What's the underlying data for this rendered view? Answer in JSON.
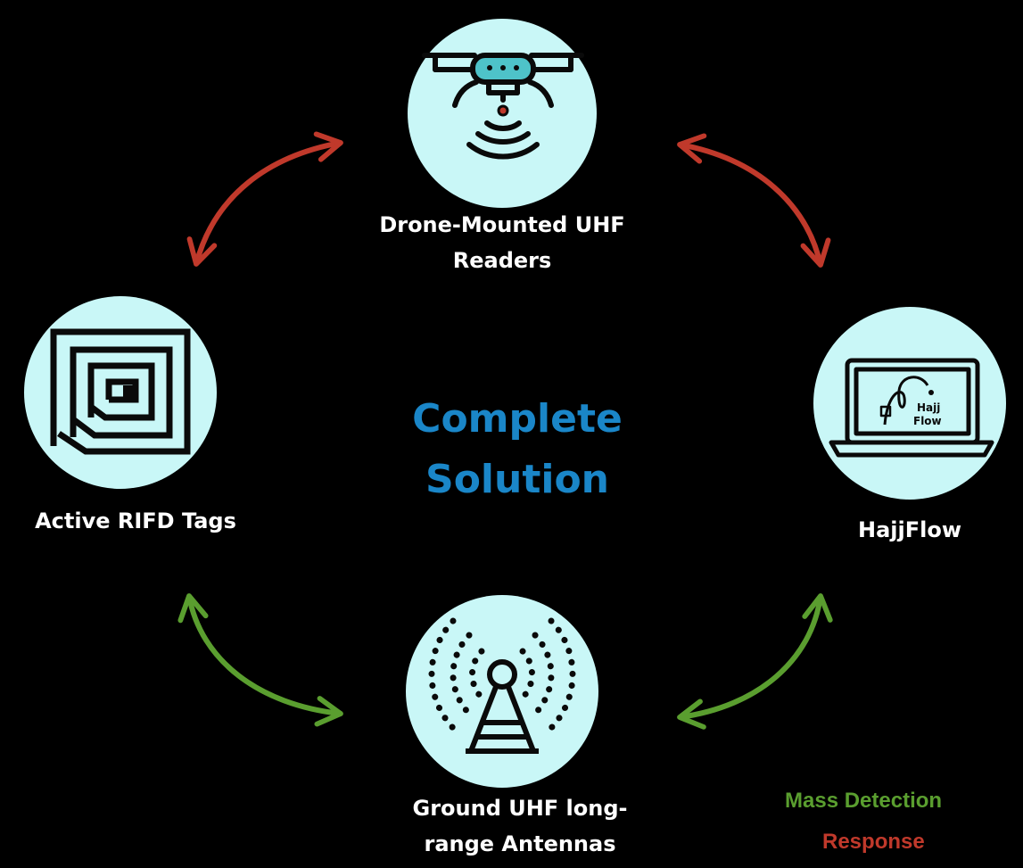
{
  "center": {
    "line1": "Complete",
    "line2": "Solution",
    "color": "#1a86c8"
  },
  "nodes": {
    "drone": {
      "icon": "drone-icon",
      "line1": "Drone-Mounted UHF",
      "line2": "Readers"
    },
    "tags": {
      "icon": "rfid-tag-icon",
      "line1": "Active RIFD Tags"
    },
    "hajjflow": {
      "icon": "laptop-icon",
      "line1": "HajjFlow",
      "screen_logo_line1": "Hajj",
      "screen_logo_line2": "Flow"
    },
    "antenna": {
      "icon": "antenna-tower-icon",
      "line1": "Ground UHF long-",
      "line2": "range Antennas"
    }
  },
  "legend": {
    "mass_detection": {
      "label": "Mass Detection",
      "color": "#5a9e2f"
    },
    "response": {
      "label": "Response",
      "color": "#c0392b"
    }
  },
  "colors": {
    "circle_fill": "#c9f7f7",
    "icon_stroke": "#0a0a0a",
    "drone_body": "#4ec3c9"
  }
}
